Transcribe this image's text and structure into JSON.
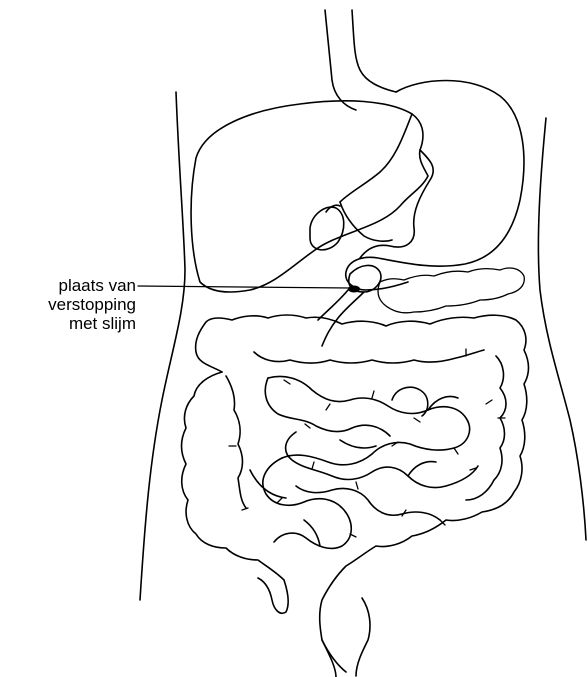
{
  "annotation": {
    "lines": [
      "plaats van",
      "verstopping",
      "met slijm"
    ]
  },
  "colors": {
    "ink": "#000000",
    "background": "#ffffff"
  }
}
